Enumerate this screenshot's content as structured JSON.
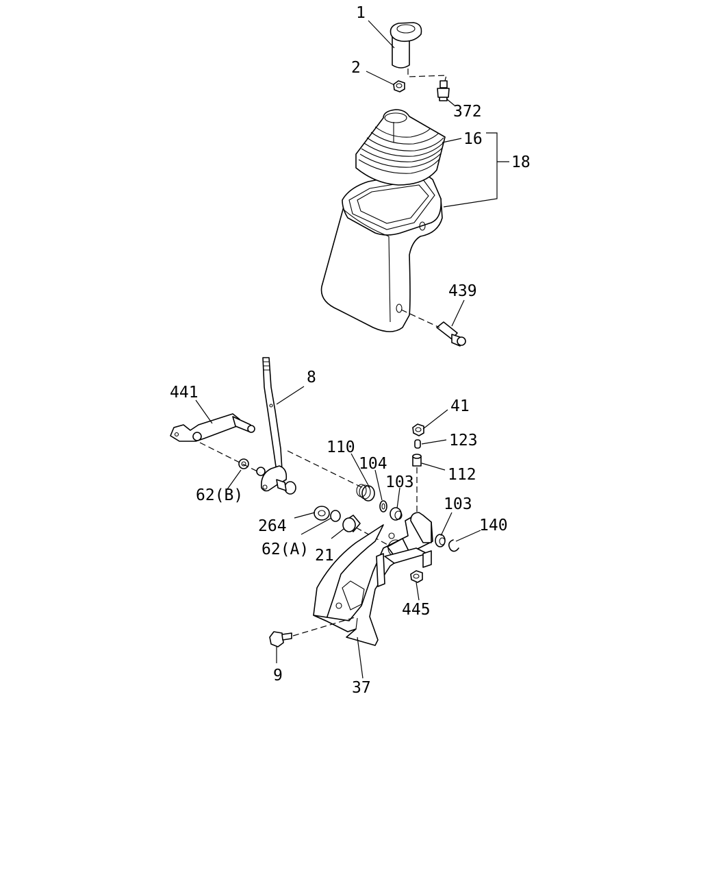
{
  "labels": {
    "p1": "1",
    "p2": "2",
    "p372": "372",
    "p16": "16",
    "p18": "18",
    "p439": "439",
    "p8": "8",
    "p441": "441",
    "p41": "41",
    "p123": "123",
    "p110": "110",
    "p104": "104",
    "p103a": "103",
    "p112": "112",
    "p62b": "62(B)",
    "p103b": "103",
    "p140": "140",
    "p264": "264",
    "p62a": "62(A)",
    "p21": "21",
    "p445": "445",
    "p9": "9",
    "p37": "37"
  },
  "colors": {
    "line": "#000000",
    "background": "#ffffff"
  }
}
